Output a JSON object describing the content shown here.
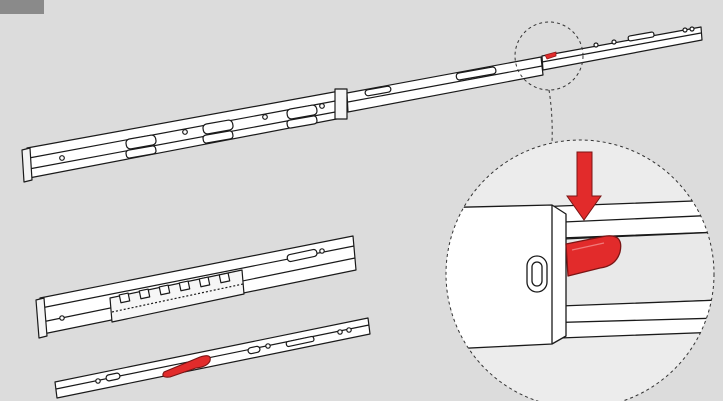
{
  "figure": {
    "background": "#dcdcdc",
    "accent_red": "#e22b2b",
    "line_color": "#1a1a1a",
    "corner_tab_color": "#8a8a8a",
    "views": [
      {
        "id": "extended-slide-overview",
        "icon": "full-extension-drawer-slide"
      },
      {
        "id": "release-lever-detail",
        "icon": "magnified-circle-with-press-down-arrow"
      },
      {
        "id": "separated-outer-member",
        "icon": "cabinet-member-with-ball-bearing-cage"
      },
      {
        "id": "separated-inner-member",
        "icon": "drawer-member-with-red-release-lever"
      }
    ]
  }
}
